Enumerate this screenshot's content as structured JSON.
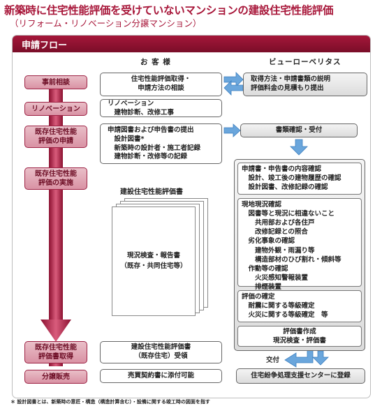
{
  "title": "新築時に住宅性能評価を受けていないマンションの建設住宅性能評価",
  "subtitle": "（リフォーム・リノベーション分譲マンション）",
  "flow": {
    "header": "申請フロー",
    "col_customer": "お 客 様",
    "col_bv": "ビューローベリタス"
  },
  "steps": [
    "事前相談",
    "リノベーション",
    "既存住宅性能\n評価の申請",
    "既存住宅性能\n評価の実施",
    "既存住宅性能\n評価書取得",
    "分譲販売"
  ],
  "customer": {
    "consult": "住宅性能評価取得・\n申請方法の相談",
    "renovation": "リノベーション\n　建物診断、改修工事",
    "application": "申請図書および申告書の提出\n　設計図書*\n　新築時の設計者・施工者記録\n　建物診断・改修等の記録",
    "doc_title": "建設住宅性能評価書",
    "doc_body": "現況検査・報告書\n（既存・共同住宅等）",
    "receive": "建設住宅性能評価書\n（既存住宅）受領",
    "sale": "売買契約書に添付可能"
  },
  "bv": {
    "explain": "取得方法・申請書類の説明\n評価料金の見積もり提出",
    "accept": "書類確認・受付",
    "review": "申請書・申告書の内容確認\n　設計、竣工後の建物履歴の確認\n　設計図書、改修記録の確認",
    "inspection": "現地現況確認\n　図書等と現況に相違ないこと\n　　共用部および各住戸\n　　改修記録との照合\n　劣化事象の確認\n　　建物外観・雨漏り等\n　　構造部材のひび割れ・傾斜等\n　作動等の確認\n　　火災感知警報装置\n　　排煙装置",
    "evaluation": "評価の確定\n　耐震に関する等級確定\n　火災に関する等級確定　等",
    "report": "評価書作成\n現況検査・評価書",
    "delivery": "交付",
    "register": "住宅紛争処理支援センターに登録"
  },
  "footnote": "＊ 設計図書とは、新築時の意匠・構造（構造計算含む）・設備に関する竣工時の図面を指す",
  "colors": {
    "brand": "#a8173a",
    "step_fill": "#d992a4",
    "arrow_blue": "#5b9bd5"
  }
}
